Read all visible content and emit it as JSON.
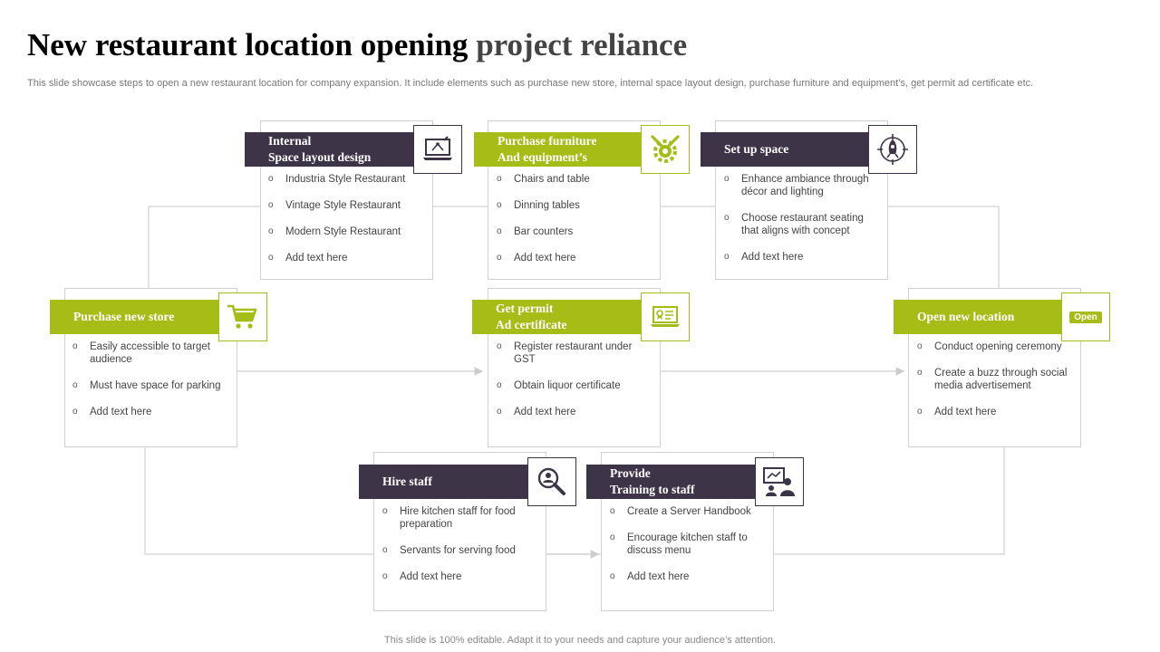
{
  "page": {
    "title_main": "New restaurant location opening",
    "title_light": "project reliance",
    "subtitle": "This slide showcase steps to open a new restaurant location for company expansion. It include elements such as purchase new store, internal space layout design, purchase furniture and equipment’s, get permit ad certificate etc.",
    "footer": "This slide is 100% editable. Adapt it to your needs and capture your audience’s attention."
  },
  "colors": {
    "dark": "#3d3447",
    "green": "#a5bd16",
    "connector": "#d0d0d0"
  },
  "steps": {
    "purchase_store": {
      "title": "Purchase new store",
      "icon": "shopping-cart-icon",
      "items": [
        "Easily accessible to target audience",
        "Must have space for parking",
        "Add text here"
      ]
    },
    "internal_layout": {
      "title": "Internal\nSpace layout design",
      "icon": "laptop-design-icon",
      "items": [
        "Industria Style Restaurant",
        "Vintage Style Restaurant",
        "Modern Style Restaurant",
        "Add text here"
      ]
    },
    "furniture": {
      "title": "Purchase furniture\nAnd equipment’s",
      "icon": "tools-gear-icon",
      "items": [
        "Chairs and table",
        "Dinning tables",
        "Bar counters",
        "Add text here"
      ]
    },
    "setup_space": {
      "title": "Set up space",
      "icon": "rocket-target-icon",
      "items": [
        "Enhance ambiance through décor and lighting",
        "Choose restaurant seating that aligns with concept",
        "Add text here"
      ]
    },
    "permit": {
      "title": "Get permit\nAd certificate",
      "icon": "certificate-laptop-icon",
      "items": [
        "Register restaurant under GST",
        "Obtain liquor certificate",
        "Add text here"
      ]
    },
    "open_location": {
      "title": "Open new location",
      "icon": "open-sign-icon",
      "badge": "Open",
      "items": [
        "Conduct opening ceremony",
        "Create a buzz through social media advertisement",
        "Add text here"
      ]
    },
    "hire_staff": {
      "title": "Hire staff",
      "icon": "magnifier-person-icon",
      "items": [
        "Hire kitchen staff for food preparation",
        "Servants for serving food",
        "Add text here"
      ]
    },
    "training": {
      "title": "Provide\nTraining to staff",
      "icon": "presentation-trainer-icon",
      "items": [
        "Create a Server Handbook",
        "Encourage kitchen staff to discuss menu",
        "Add text here"
      ]
    }
  }
}
